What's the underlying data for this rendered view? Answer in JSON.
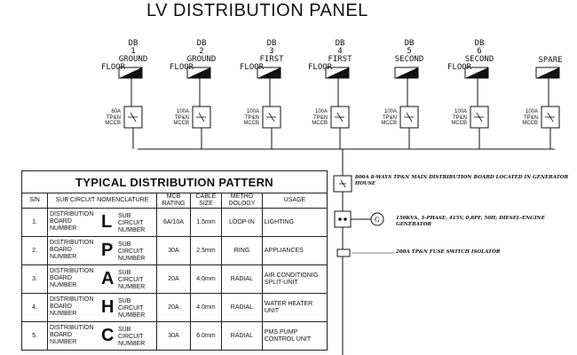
{
  "title": "LV DISTRIBUTION PANEL",
  "boards": [
    {
      "db": "DB",
      "num": "1",
      "floor": "GROUND",
      "f2": "FLOOR",
      "rating": [
        "60A",
        "TP&N",
        "MCCB"
      ]
    },
    {
      "db": "DB",
      "num": "2",
      "floor": "GROUND",
      "f2": "FLOOR",
      "rating": [
        "100A",
        "TP&N",
        "MCCB"
      ]
    },
    {
      "db": "DB",
      "num": "3",
      "floor": "FIRST",
      "f2": "FLOOR",
      "rating": [
        "100A",
        "TP&N",
        "MCCB"
      ]
    },
    {
      "db": "DB",
      "num": "4",
      "floor": "FIRST",
      "f2": "FLOOR",
      "rating": [
        "100A",
        "TP&N",
        "MCCB"
      ]
    },
    {
      "db": "DB",
      "num": "5",
      "floor": "SECOND",
      "f2": "",
      "rating": [
        "100A",
        "TP&N",
        "MCCB"
      ]
    },
    {
      "db": "DB",
      "num": "6",
      "floor": "SECOND",
      "f2": "FLOOR",
      "rating": [
        "100A",
        "TP&N",
        "MCCB"
      ]
    },
    {
      "db": "",
      "num": "",
      "floor": "SPARE",
      "f2": "",
      "rating": [
        "100A",
        "TP&N",
        "MCCB"
      ]
    }
  ],
  "notes": {
    "main_board": "800A 8-WAYS TP&N MAIN DISTRIBUTION BOARD LOCATED IN GENERATOR HOUSE",
    "generator": "150KVA, 3-PHASE, 415V, 0.8PF, 50H; DIESEL-ENGINE GENERATOR",
    "isolator": "200A TP&N FUSE SWITCH ISOLATOR",
    "gen_symbol": "G"
  },
  "table": {
    "title": "TYPICAL DISTRIBUTION PATTERN",
    "headers": [
      "S/N",
      "SUB CIRCUIT NOMENCLATURE",
      "MCB RATING",
      "CABLE SIZE",
      "METHO DOLOGY",
      "USAGE"
    ],
    "rows": [
      {
        "sn": "1.",
        "left": "DISTRIBUTION BOARD NUMBER",
        "letter": "L",
        "right": "SUB CIRCUIT NUMBER",
        "mcb": "6A/10A",
        "cable": "1.5mm",
        "method": "LOOP-IN",
        "usage": "LIGHTING"
      },
      {
        "sn": "2.",
        "left": "DISTRIBUTION BOARD NUMBER",
        "letter": "P",
        "right": "SUB CIRCUIT NUMBER",
        "mcb": "30A",
        "cable": "2.5mm",
        "method": "RING",
        "usage": "APPLIANCES"
      },
      {
        "sn": "3.",
        "left": "DISTRIBUTION BOARD NUMBER",
        "letter": "A",
        "right": "SUB CIRCUIT NUMBER",
        "mcb": "20A",
        "cable": "4.0mm",
        "method": "RADIAL",
        "usage": "AIR CONDITIONIG SPLIT-UNIT"
      },
      {
        "sn": "4.",
        "left": "DISTRIBUTION BOARD NUMBER",
        "letter": "H",
        "right": "SUB CIRCUIT NUMBER",
        "mcb": "20A",
        "cable": "4.0mm",
        "method": "RADIAL",
        "usage": "WATER HEATER UNIT"
      },
      {
        "sn": "5.",
        "left": "DISTRIBUTION BOARD NUMBER",
        "letter": "C",
        "right": "SUB CIRCUIT NUMBER",
        "mcb": "30A",
        "cable": "6.0mm",
        "method": "RADIAL",
        "usage": "PMS PUMP CONTROL UNIT"
      }
    ]
  }
}
